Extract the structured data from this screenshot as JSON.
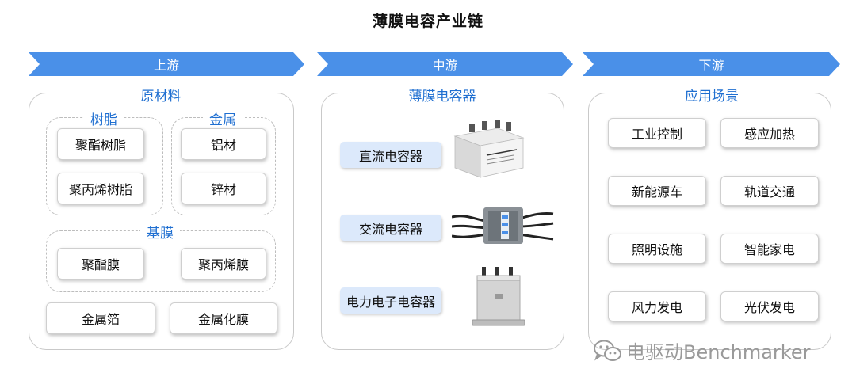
{
  "title": "薄膜电容产业链",
  "colors": {
    "arrow": "#4a90e8",
    "accent_text": "#1f6fd1",
    "cap_box": "#dce9fb"
  },
  "stages": [
    {
      "label": "上游"
    },
    {
      "label": "中游"
    },
    {
      "label": "下游"
    }
  ],
  "upstream": {
    "panel_label": "原材料",
    "resin": {
      "label": "树脂",
      "items": [
        "聚酯树脂",
        "聚丙烯树脂"
      ]
    },
    "metal": {
      "label": "金属",
      "items": [
        "铝材",
        "锌材"
      ]
    },
    "film": {
      "label": "基膜",
      "items": [
        "聚酯膜",
        "聚丙烯膜"
      ]
    },
    "bottom_items": [
      "金属箔",
      "金属化膜"
    ]
  },
  "midstream": {
    "panel_label": "薄膜电容器",
    "items": [
      {
        "label": "直流电容器",
        "image": "dc-capacitor-image"
      },
      {
        "label": "交流电容器",
        "image": "ac-capacitor-image"
      },
      {
        "label": "电力电子电容器",
        "image": "power-electronic-capacitor-image"
      }
    ]
  },
  "downstream": {
    "panel_label": "应用场景",
    "items": [
      "工业控制",
      "感应加热",
      "新能源车",
      "轨道交通",
      "照明设施",
      "智能家电",
      "风力发电",
      "光伏发电"
    ]
  },
  "watermark": "电驱动Benchmarker"
}
